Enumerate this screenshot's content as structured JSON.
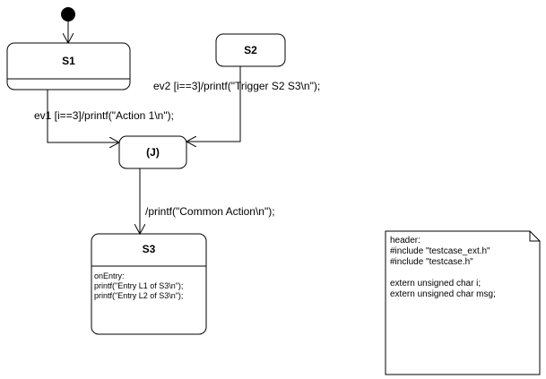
{
  "states": {
    "s1": {
      "name": "S1"
    },
    "s2": {
      "name": "S2"
    },
    "junction": {
      "name": "(J)"
    },
    "s3": {
      "name": "S3",
      "body": [
        "onEntry:",
        "printf(\"Entry L1 of S3\\n\");",
        "printf(\"Entry L2 of S3\\n\");"
      ]
    }
  },
  "transitions": {
    "t1": "ev1 [i==3]/printf(\"Action 1\\n\");",
    "t2": "ev2 [i==3]/printf(\"Trigger S2 S3\\n\");",
    "t3": "/printf(\"Common Action\\n\");"
  },
  "note": {
    "lines": [
      "header:",
      "#include \"testcase_ext.h\"",
      "#include \"testcase.h\"",
      "",
      "extern unsigned char i;",
      "extern unsigned char msg;"
    ]
  }
}
